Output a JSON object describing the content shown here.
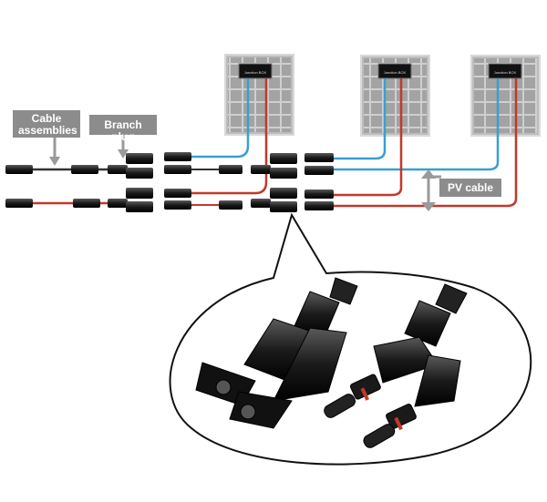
{
  "labels": {
    "cable_assemblies_line1": "Cable",
    "cable_assemblies_line2": "assemblies",
    "branch_plug": "Branch plug",
    "pv_cable": "PV cable"
  },
  "junction_box_text": "Junction BOX",
  "colors": {
    "blue_wire": "#3a9fd0",
    "red_wire": "#c0392b",
    "label_bg": "#8c8c8c",
    "panel_frame": "#b5b5b5",
    "panel_cell": "#9a9a9a",
    "connector": "#1e1e1e"
  }
}
